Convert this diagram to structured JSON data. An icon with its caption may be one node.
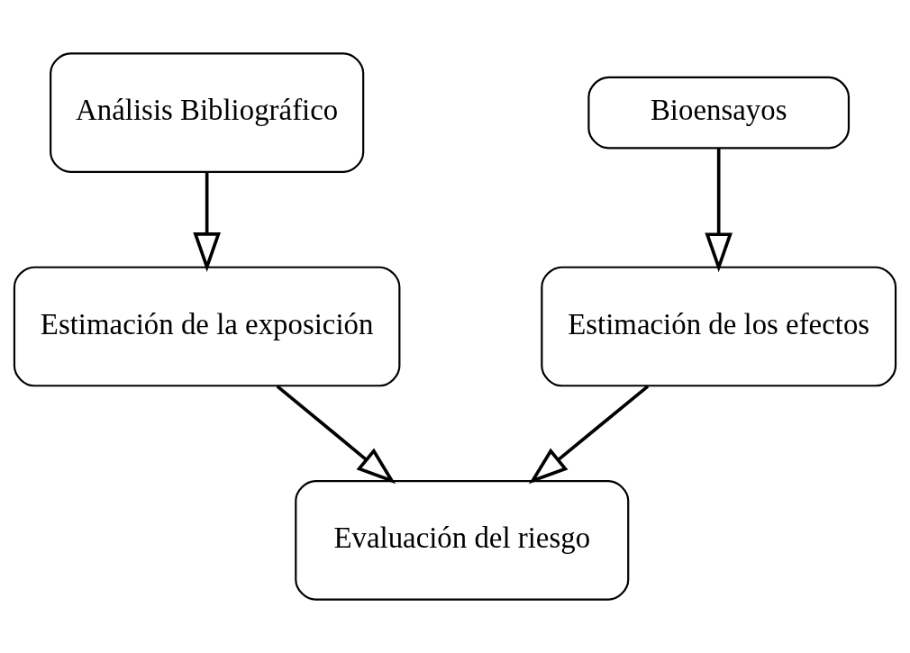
{
  "diagram": {
    "nodes": [
      {
        "text": [
          "Análisis Bibliográfico"
        ]
      },
      {
        "text": [
          "Bioensayos"
        ]
      },
      {
        "text": [
          "Estimación de la exposición"
        ]
      },
      {
        "text": [
          "Estimación de los efectos"
        ]
      },
      {
        "text": [
          "Evaluación del riesgo"
        ]
      }
    ],
    "edges": [
      {
        "from": 0,
        "to": 2,
        "arrow": "to"
      },
      {
        "from": 1,
        "to": 3,
        "arrow": "to"
      },
      {
        "from": 2,
        "to": 4,
        "arrow": "to"
      },
      {
        "from": 3,
        "to": 4,
        "arrow": "to"
      }
    ]
  }
}
